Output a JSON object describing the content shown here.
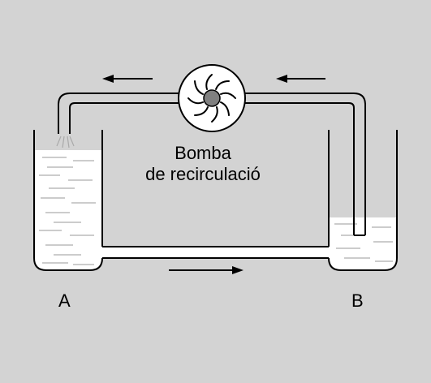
{
  "diagram": {
    "pump_label_line1": "Bomba",
    "pump_label_line2": "de recirculació",
    "tank_a_label": "A",
    "tank_b_label": "B"
  },
  "colors": {
    "background": "#d3d3d3",
    "liquid": "#ffffff",
    "stroke": "#000000",
    "pump_hub": "#808080"
  },
  "icons": [
    "pump-impeller-icon",
    "arrow-left-icon",
    "arrow-right-icon"
  ]
}
